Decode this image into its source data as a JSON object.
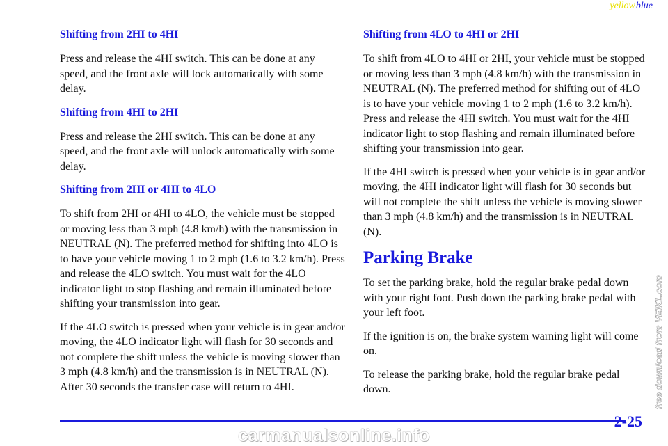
{
  "printer_mark": {
    "yellow": "yellow",
    "blue": "blue"
  },
  "left_column": {
    "s1": {
      "heading": "Shifting from 2HI to 4HI",
      "p1": "Press and release the 4HI switch. This can be done at any speed, and the front axle will lock automatically with some delay."
    },
    "s2": {
      "heading": "Shifting from 4HI to 2HI",
      "p1": "Press and release the 2HI switch. This can be done at any speed, and the front axle will unlock automatically with some delay."
    },
    "s3": {
      "heading": "Shifting from 2HI or 4HI to 4LO",
      "p1": "To shift from 2HI or 4HI to 4LO, the vehicle must be stopped or moving less than 3 mph (4.8 km/h) with the transmission in NEUTRAL (N). The preferred method for shifting into 4LO is to have your vehicle moving 1 to 2 mph (1.6 to 3.2 km/h). Press and release the 4LO switch. You must wait for the 4LO indicator light to stop flashing and remain illuminated before shifting your transmission into gear.",
      "p2": "If the 4LO switch is pressed when your vehicle is in gear and/or moving, the 4LO indicator light will flash for 30 seconds and not complete the shift unless the vehicle is moving slower than 3 mph (4.8 km/h) and the transmission is in NEUTRAL (N). After 30 seconds the transfer case will return to 4HI."
    }
  },
  "right_column": {
    "s1": {
      "heading": "Shifting from 4LO to 4HI or 2HI",
      "p1": "To shift from 4LO to 4HI or 2HI, your vehicle must be stopped or moving less than 3 mph (4.8 km/h) with the transmission in NEUTRAL (N). The preferred method for shifting out of 4LO is to have your vehicle moving 1 to 2 mph (1.6 to 3.2 km/h). Press and release the 4HI switch. You must wait for the 4HI indicator light to stop flashing and remain illuminated before shifting your transmission into gear.",
      "p2": "If the 4HI switch is pressed when your vehicle is in gear and/or moving, the 4HI indicator light will flash for 30 seconds but will not complete the shift unless the vehicle is moving slower than 3 mph (4.8 km/h) and the transmission is in NEUTRAL (N)."
    },
    "parking": {
      "heading": "Parking Brake",
      "p1": "To set the parking brake, hold the regular brake pedal down with your right foot. Push down the parking brake pedal with your left foot.",
      "p2": "If the ignition is on, the brake system warning light will come on.",
      "p3": "To release the parking brake, hold the regular brake pedal down."
    }
  },
  "footer": {
    "page_number": "2-25",
    "side_watermark": "free download from VEIKL.com",
    "bottom_watermark": "carmanualsonline.info"
  },
  "colors": {
    "heading": "#1a1adc",
    "body": "#111111",
    "mark_yellow": "#e9e000"
  }
}
